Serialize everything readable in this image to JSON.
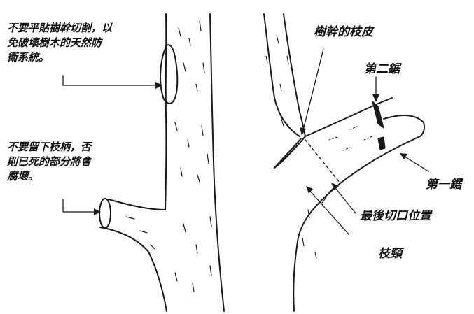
{
  "left_panel": {
    "warning_flush_cut": [
      "不要平貼樹幹切割，以",
      "免破壞樹木的天然防",
      "衛系統。"
    ],
    "warning_stub": [
      "不要留下枝柄，否",
      "則已死的部分將會",
      "腐壞。"
    ]
  },
  "right_panel": {
    "branch_bark_ridge": "樹幹的枝皮",
    "second_cut": "第二鋸",
    "first_cut": "第一鋸",
    "final_cut_position": "最後切口位置",
    "branch_collar": "枝頸"
  },
  "colors": {
    "ink": "#111111",
    "background": "#ffffff"
  }
}
